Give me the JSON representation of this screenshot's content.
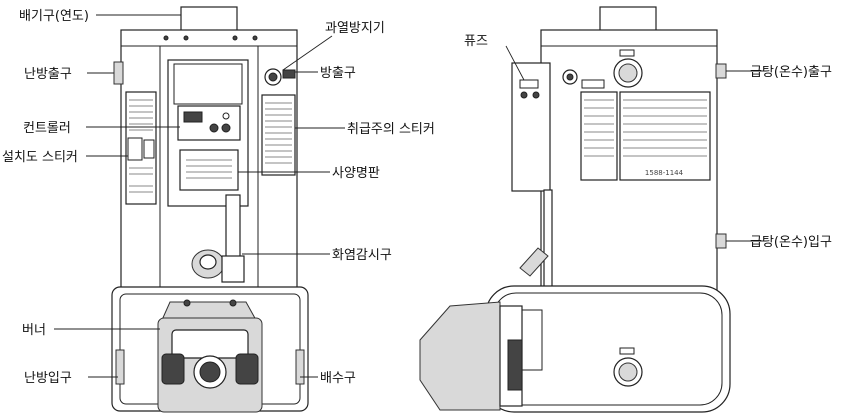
{
  "labels": {
    "exhaust": "배기구(연도)",
    "heating_outlet": "난방출구",
    "controller": "컨트롤러",
    "install_sticker": "설치도 스티커",
    "burner": "버너",
    "heating_inlet": "난방입구",
    "overheat_preventer": "과열방지기",
    "discharge": "방출구",
    "caution_sticker": "취급주의 스티커",
    "spec_plate": "사양명판",
    "flame_window": "화염감시구",
    "drain": "배수구",
    "fuse": "퓨즈",
    "hotwater_outlet": "급탕(온수)출구",
    "hotwater_inlet": "급탕(온수)입구"
  },
  "panel": {
    "phone": "1588-1144"
  }
}
